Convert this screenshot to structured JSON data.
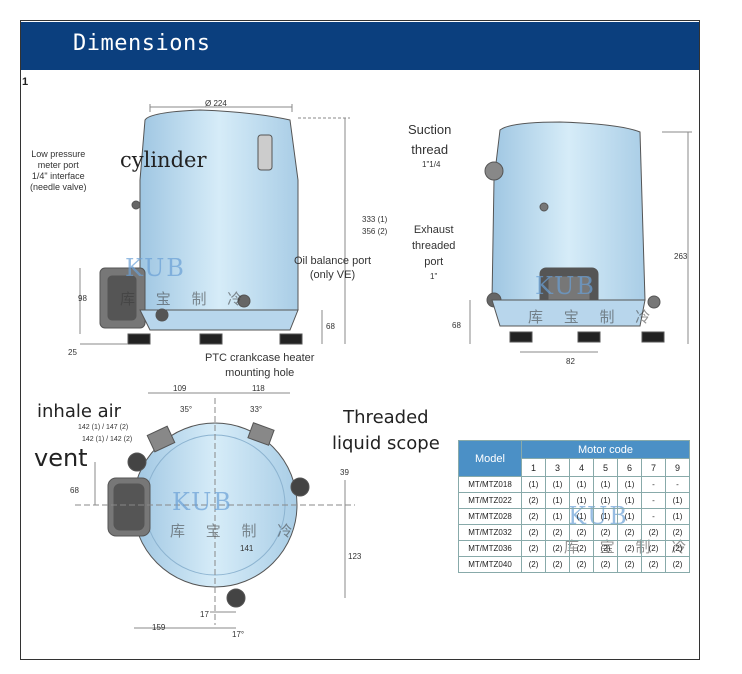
{
  "header": {
    "title": "Dimensions"
  },
  "figure_number": "1",
  "labels": {
    "diameter": "Ø 224",
    "low_pressure_port": "Low pressure\nmeter port\n1/4\" interface\n(needle valve)",
    "cylinder": "cylinder",
    "height_333": "333 (1)",
    "height_356": "356 (2)",
    "oil_balance_port": "Oil balance port\n(only VE)",
    "dim_98": "98",
    "dim_25": "25",
    "dim_68_front": "68",
    "ptc_heater": "PTC crankcase heater\nmounting hole",
    "suction_thread": "Suction\nthread",
    "suction_size": "1\"1/4",
    "exhaust_port": "Exhaust\nthreaded\nport",
    "exhaust_size": "1\"",
    "dim_263": "263",
    "dim_68_side": "68",
    "dim_82": "82",
    "dim_109": "109",
    "dim_118": "118",
    "angle_35": "35°",
    "angle_33": "33°",
    "inhale_air": "inhale air",
    "vent": "vent",
    "dim_142a": "142 (1) / 147 (2)",
    "dim_142b": "142 (1) / 142 (2)",
    "threaded_liquid_scope": "Threaded\nliquid scope",
    "dim_39": "39",
    "dim_68_top": "68",
    "dim_141": "141",
    "dim_123": "123",
    "dim_17": "17",
    "dim_159": "159",
    "angle_17": "17°"
  },
  "watermark": {
    "latin": "KUB",
    "chinese": "库 宝 制 冷"
  },
  "table": {
    "header_model": "Model",
    "header_code": "Motor code",
    "codes": [
      "1",
      "3",
      "4",
      "5",
      "6",
      "7",
      "9"
    ],
    "rows": [
      {
        "model": "MT/MTZ018",
        "values": [
          "(1)",
          "(1)",
          "(1)",
          "(1)",
          "(1)",
          "-",
          "-"
        ]
      },
      {
        "model": "MT/MTZ022",
        "values": [
          "(2)",
          "(1)",
          "(1)",
          "(1)",
          "(1)",
          "-",
          "(1)"
        ]
      },
      {
        "model": "MT/MTZ028",
        "values": [
          "(2)",
          "(1)",
          "(1)",
          "(1)",
          "(1)",
          "-",
          "(1)"
        ]
      },
      {
        "model": "MT/MTZ032",
        "values": [
          "(2)",
          "(2)",
          "(2)",
          "(2)",
          "(2)",
          "(2)",
          "(2)"
        ]
      },
      {
        "model": "MT/MTZ036",
        "values": [
          "(2)",
          "(2)",
          "(2)",
          "(2)",
          "(2)",
          "(2)",
          "(2)"
        ]
      },
      {
        "model": "MT/MTZ040",
        "values": [
          "(2)",
          "(2)",
          "(2)",
          "(2)",
          "(2)",
          "(2)",
          "(2)"
        ]
      }
    ]
  }
}
